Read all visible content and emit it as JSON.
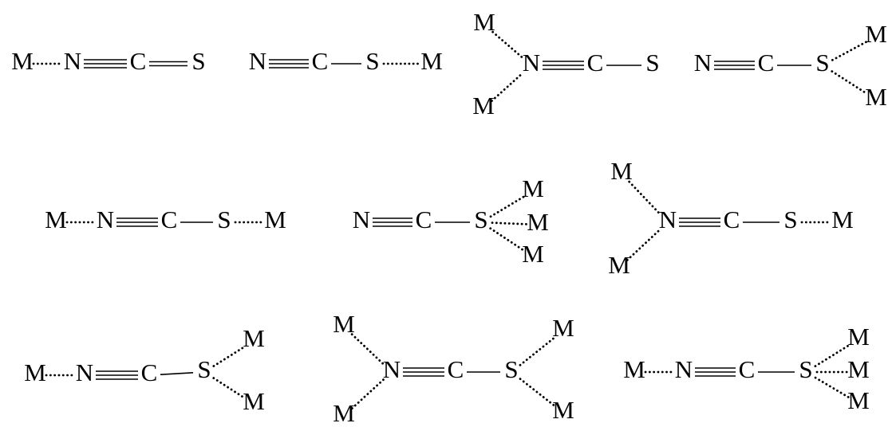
{
  "molecules": [
    {
      "atoms": [
        "M",
        "N",
        "C",
        "S"
      ],
      "bonds": [
        "coord",
        "triple",
        "double"
      ]
    },
    {
      "atoms": [
        "N",
        "C",
        "S",
        "M"
      ],
      "bonds": [
        "triple",
        "single",
        "coord"
      ]
    },
    {
      "atoms": [
        "M",
        "M",
        "N",
        "C",
        "S"
      ],
      "bonds": [
        "coord",
        "coord",
        "triple",
        "single"
      ]
    },
    {
      "atoms": [
        "N",
        "C",
        "S",
        "M",
        "M"
      ],
      "bonds": [
        "triple",
        "single",
        "coord",
        "coord"
      ]
    },
    {
      "atoms": [
        "M",
        "N",
        "C",
        "S",
        "M"
      ],
      "bonds": [
        "coord",
        "triple",
        "single",
        "coord"
      ]
    },
    {
      "atoms": [
        "N",
        "C",
        "S",
        "M",
        "M",
        "M"
      ],
      "bonds": [
        "triple",
        "single",
        "coord",
        "coord",
        "coord"
      ]
    },
    {
      "atoms": [
        "M",
        "M",
        "N",
        "C",
        "S",
        "M"
      ],
      "bonds": [
        "coord",
        "coord",
        "triple",
        "single",
        "coord"
      ]
    },
    {
      "atoms": [
        "M",
        "N",
        "C",
        "S",
        "M",
        "M"
      ],
      "bonds": [
        "coord",
        "triple",
        "single",
        "coord",
        "coord"
      ]
    },
    {
      "atoms": [
        "M",
        "M",
        "N",
        "C",
        "S",
        "M",
        "M"
      ],
      "bonds": [
        "coord",
        "coord",
        "triple",
        "single",
        "coord",
        "coord"
      ]
    },
    {
      "atoms": [
        "M",
        "N",
        "C",
        "S",
        "M",
        "M",
        "M"
      ],
      "bonds": [
        "coord",
        "triple",
        "single",
        "coord",
        "coord",
        "coord"
      ]
    }
  ]
}
